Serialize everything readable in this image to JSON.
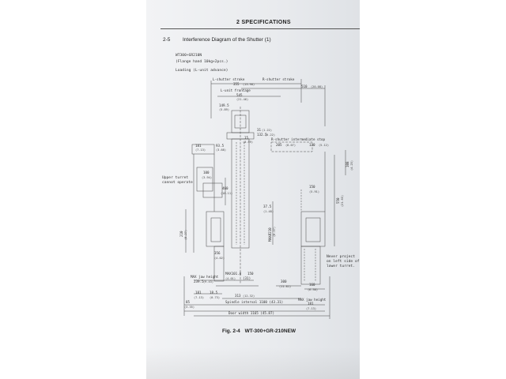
{
  "header": {
    "chapter": "2  SPECIFICATIONS"
  },
  "section": {
    "number": "2-5",
    "title": "Interference Diagram of the Shutter (1)"
  },
  "model": {
    "name": "WT300+GR210N",
    "flange": "(Flange hand 10kg×2pcs.)",
    "loading": "Loading (L-unit advance)"
  },
  "dims": {
    "l_stroke": "L-shutter stroke",
    "r_stroke": "R-shutter stroke",
    "d355": "355",
    "d355_in": "(13.98)",
    "d510": "510",
    "d510_in": "(20.08)",
    "l_frontage": "L-unit frontage",
    "d545": "545",
    "d545_in": "(21.46)",
    "d149": "149.5",
    "d149_in": "(5.89)",
    "d15": "15",
    "d15_in": "(0.59)",
    "d31": "31",
    "d31_in": "(1.22)",
    "d132": "132.5",
    "d132_in": "(5.22)",
    "r_intermediate": "R-shutter intermediate stop",
    "d181": "181",
    "d181_in": "(7.13)",
    "d93": "93.5",
    "d93_in": "(3.68)",
    "d205": "205",
    "d205_in": "(8.07)",
    "d130": "130",
    "d130_in": "(5.12)",
    "d100": "100",
    "d100_in": "(3.94)",
    "d150": "150",
    "d150_in": "(5.91)",
    "d460": "460",
    "d460_in": "(18.11)",
    "d550": "550",
    "d550_in": "(21.65)",
    "d108": "108",
    "d108_in": "(4.25)",
    "d37": "37.5",
    "d37_in": "(1.48)",
    "d210": "210",
    "d210_in": "(8.27)",
    "max210": "MAXØ210",
    "max210_in": "(8.27)",
    "d356": "356",
    "d356_in": "(4.02)",
    "max_jaw_l": "MAX jaw height",
    "max_jaw_r": "MAX jaw height",
    "d239": "239.5",
    "d239_in": "(9.43)",
    "max101": "MAX101.8",
    "max101_in": "(4.01)",
    "d81": "(31)",
    "d150b": "150",
    "d300": "300",
    "d300_in": "(11.81)",
    "d160": "160",
    "d160_in": "(6.30)",
    "d181b": "181",
    "d181b_in": "(7.13)",
    "d18": "18.5",
    "d18_in": "(0.73)",
    "d313": "313",
    "d313_in": "(12.32)",
    "d85": "85",
    "d85_in": "(3.35)",
    "spindle": "Spindle interval 1100 (43.31)",
    "d181c": "181",
    "d181c_in": "(7.13)",
    "door": "Door width 1165 (45.87)"
  },
  "notes": {
    "upper_turret_1": "Upper turret",
    "upper_turret_2": "cannot operate",
    "never_1": "Never project",
    "never_2": "on left side of",
    "never_3": "lower turret."
  },
  "caption": {
    "fig": "Fig. 2-4",
    "model": "WT-300+GR-210NEW"
  }
}
